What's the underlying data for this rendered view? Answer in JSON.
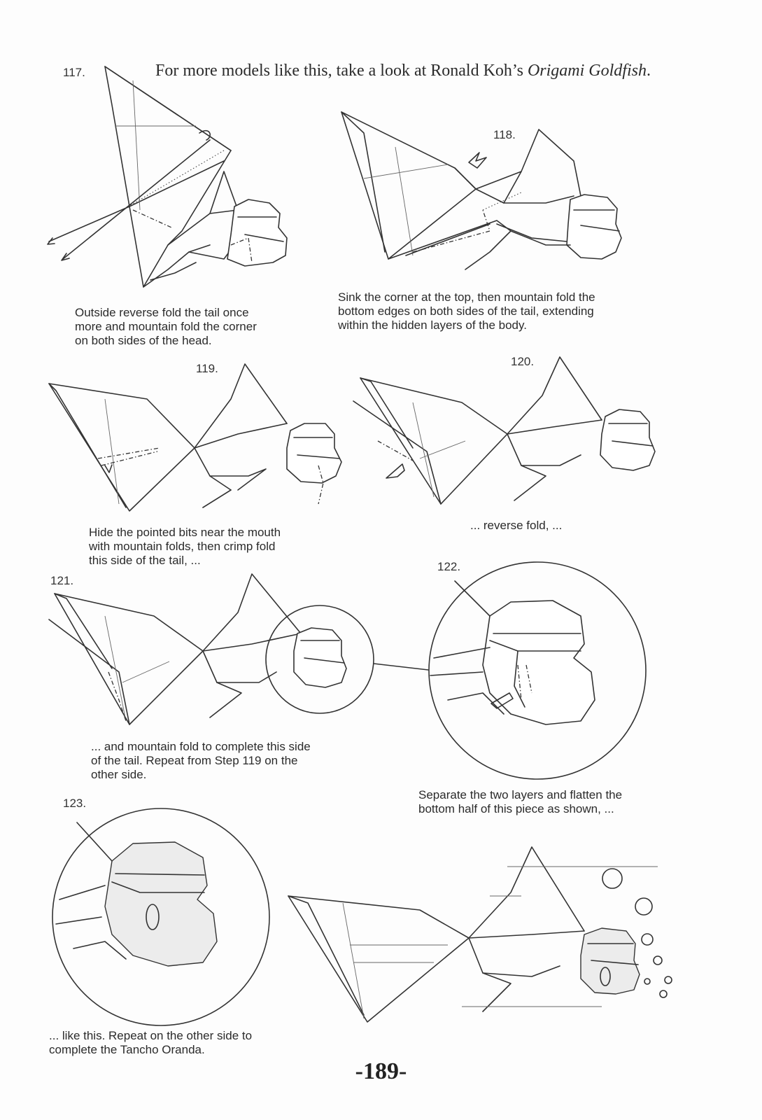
{
  "header": {
    "text_prefix": "For more models like this, take a look at Ronald Koh’s ",
    "book_title": "Origami Goldfish",
    "text_suffix": "."
  },
  "steps": [
    {
      "number": "117.",
      "caption": "Outside reverse fold the tail once\nmore and mountain fold the corner\non both sides of the head."
    },
    {
      "number": "118.",
      "caption": "Sink the corner at the top, then mountain fold the\nbottom edges on both sides of the tail, extending\nwithin the hidden layers of the body."
    },
    {
      "number": "119.",
      "caption": "Hide the pointed bits near the mouth\nwith mountain folds, then crimp fold\nthis side of the tail, ..."
    },
    {
      "number": "120.",
      "caption": "... reverse fold, ..."
    },
    {
      "number": "121.",
      "caption": "... and mountain fold to complete this side\nof the tail. Repeat from Step 119 on the\nother side."
    },
    {
      "number": "122.",
      "caption": "Separate the two layers and flatten the\nbottom half of this piece as shown, ..."
    },
    {
      "number": "123.",
      "caption": "... like this. Repeat on the other side to\ncomplete the Tancho Oranda."
    }
  ],
  "page_number": "-189-"
}
